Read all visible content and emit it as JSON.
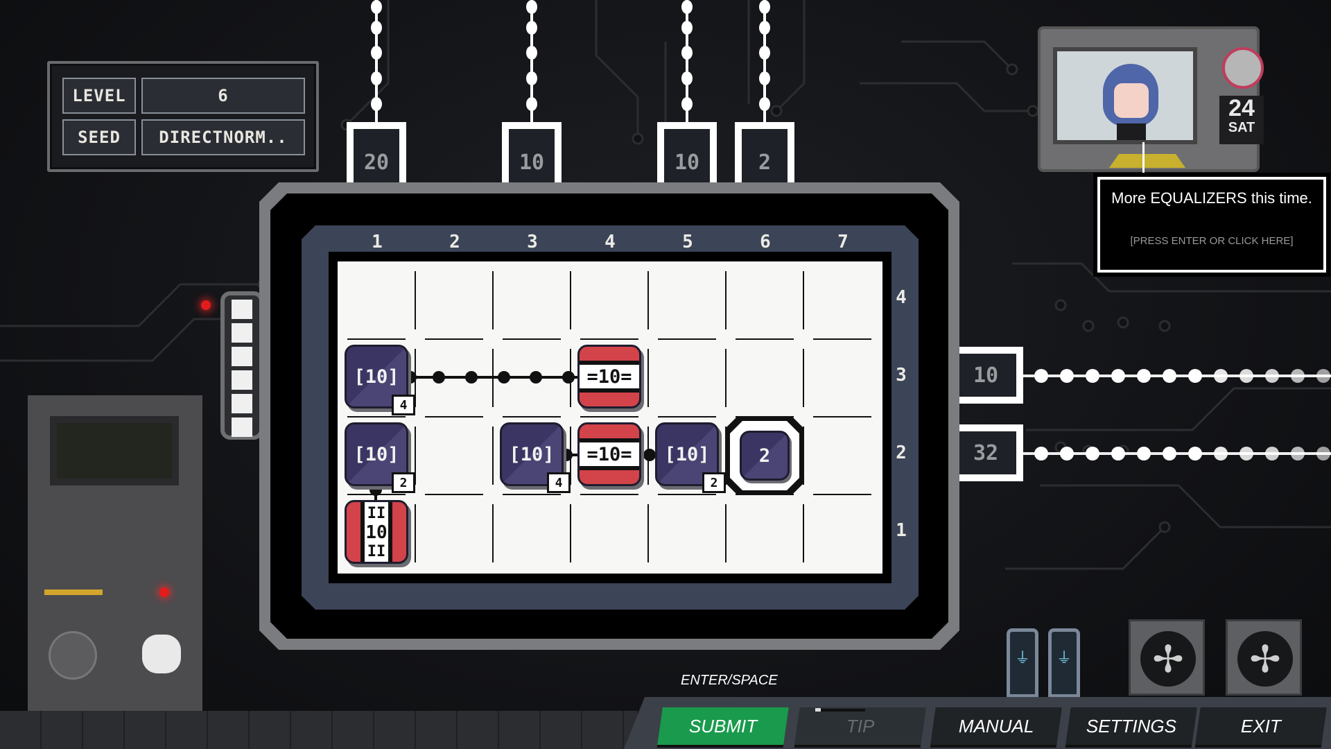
{
  "info": {
    "level_label": "LEVEL",
    "level_value": "6",
    "seed_label": "SEED",
    "seed_value": "DIRECTNORM.."
  },
  "board": {
    "columns": [
      "1",
      "2",
      "3",
      "4",
      "5",
      "6",
      "7"
    ],
    "rows": [
      "4",
      "3",
      "2",
      "1"
    ],
    "inputs_top": [
      {
        "column": 1,
        "value": "20"
      },
      {
        "column": 3,
        "value": "10"
      },
      {
        "column": 5,
        "value": "10"
      },
      {
        "column": 6,
        "value": "2"
      }
    ],
    "outputs_right": [
      {
        "row": 3,
        "value": "10"
      },
      {
        "row": 2,
        "value": "32"
      }
    ],
    "pieces": [
      {
        "type": "node",
        "col": 1,
        "row": 3,
        "label": "[10]",
        "badge": "4"
      },
      {
        "type": "equalizer-h",
        "col": 4,
        "row": 3,
        "label": "=10="
      },
      {
        "type": "node",
        "col": 1,
        "row": 2,
        "label": "[10]",
        "badge": "2"
      },
      {
        "type": "node",
        "col": 3,
        "row": 2,
        "label": "[10]",
        "badge": "4"
      },
      {
        "type": "equalizer-h",
        "col": 4,
        "row": 2,
        "label": "=10="
      },
      {
        "type": "node",
        "col": 5,
        "row": 2,
        "label": "[10]",
        "badge": "2"
      },
      {
        "type": "target",
        "col": 6,
        "row": 2,
        "label": "2"
      },
      {
        "type": "equalizer-v",
        "col": 1,
        "row": 1,
        "label": "10",
        "marks": "II"
      }
    ]
  },
  "tv": {
    "date_day": "24",
    "date_weekday": "SAT"
  },
  "dialog": {
    "message": "More EQUALIZERS this time.",
    "hint": "[PRESS ENTER OR CLICK HERE]"
  },
  "controls": {
    "submit_hint": "ENTER/SPACE",
    "submit": "SUBMIT",
    "tip": "TIP",
    "manual": "MANUAL",
    "settings": "SETTINGS",
    "exit": "EXIT"
  },
  "colors": {
    "submit": "#1a9a4d",
    "node": "#3a3563",
    "equalizer": "#d3434a",
    "board_navy": "#3c4457",
    "led": "#e21c1c"
  }
}
